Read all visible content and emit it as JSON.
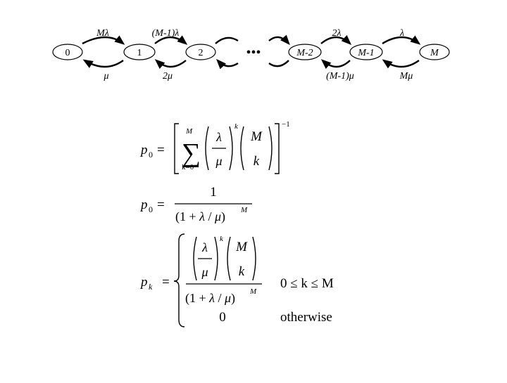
{
  "diagram": {
    "states": [
      "0",
      "1",
      "2",
      "M-2",
      "M-1",
      "M"
    ],
    "ellipsis": "•••",
    "forward_rates": [
      "Mλ",
      "(M-1)λ",
      "2λ",
      "λ"
    ],
    "backward_rates": [
      "μ",
      "2μ",
      "(M-1)μ",
      "Mμ"
    ]
  },
  "equations": {
    "eq1": {
      "lhs_var": "p",
      "lhs_sub": "0",
      "equals": "=",
      "sum_upper": "M",
      "sum_lower": "k=0",
      "sum_symbol": "∑",
      "lambda": "λ",
      "mu": "μ",
      "power": "k",
      "binom_top": "M",
      "binom_bottom": "k",
      "outer_power": "−1"
    },
    "eq2": {
      "lhs_var": "p",
      "lhs_sub": "0",
      "equals": "=",
      "numerator": "1",
      "den_open": "(1 + ",
      "den_lambda": "λ",
      "den_slash": " / ",
      "den_mu": "μ",
      "den_close": ")",
      "power": "M"
    },
    "eq3": {
      "lhs_var": "p",
      "lhs_sub": "k",
      "equals": "=",
      "lambda": "λ",
      "mu": "μ",
      "power": "k",
      "binom_top": "M",
      "binom_bottom": "k",
      "den_open": "(1 + ",
      "den_lambda": "λ",
      "den_slash": " / ",
      "den_mu": "μ",
      "den_close": ")",
      "den_power": "M",
      "condition": "0 ≤ k ≤ M",
      "zero": "0",
      "otherwise": "otherwise"
    }
  }
}
